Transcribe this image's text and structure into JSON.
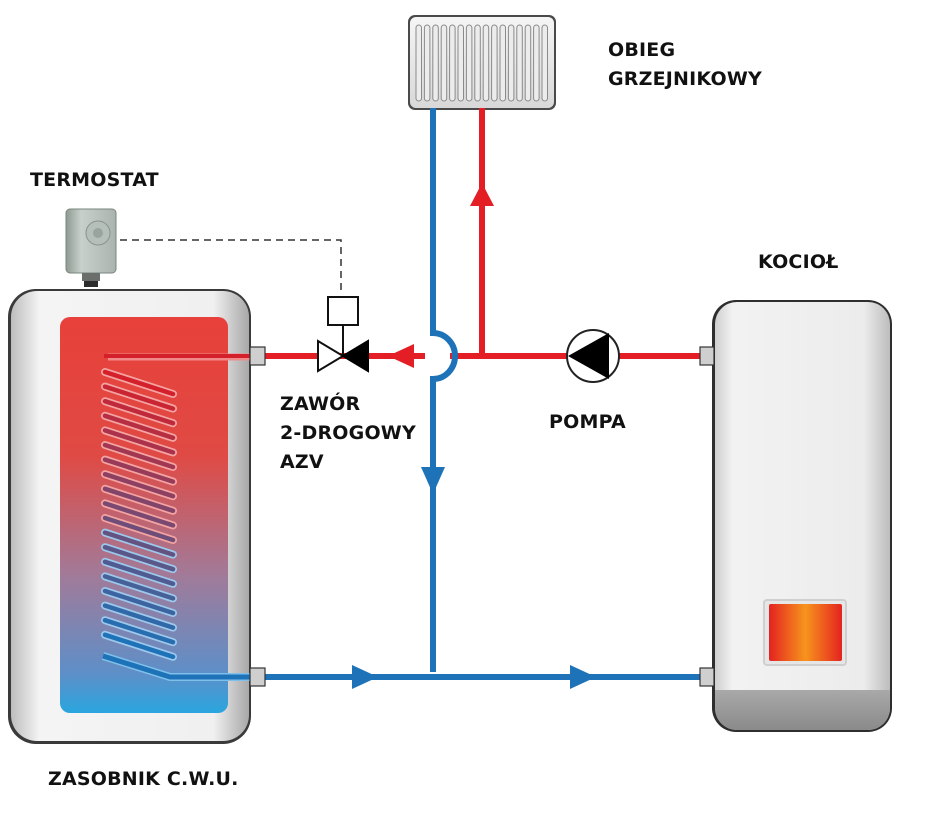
{
  "title": "Schemat podłączenia zasobnika C.W.U. z zaworem 2-drogowym",
  "labels": {
    "termostat": "TERMOSTAT",
    "obieg_line1": "OBIEG",
    "obieg_line2": "GRZEJNIKOWY",
    "kociol": "KOCIOŁ",
    "zawor_line1": "ZAWÓR",
    "zawor_line2": "2-DROGOWY",
    "zawor_line3": "AZV",
    "pompa": "POMPA",
    "zasobnik": "ZASOBNIK C.W.U."
  },
  "colors": {
    "hot_pipe": "#e31e24",
    "cold_pipe": "#1d72b8",
    "tank_hot": "#e8403a",
    "tank_cold": "#2aa5df",
    "boiler_body": "#ececec",
    "burner_center": "#f7941d",
    "burner_edge": "#e42320",
    "symbol_black": "#000000"
  },
  "components": [
    {
      "id": "thermostat",
      "icon": "thermostat-icon"
    },
    {
      "id": "radiator",
      "icon": "radiator-icon"
    },
    {
      "id": "hot-water-tank",
      "icon": "tank-icon"
    },
    {
      "id": "two-way-valve",
      "icon": "valve-icon"
    },
    {
      "id": "pump",
      "icon": "pump-icon"
    },
    {
      "id": "boiler",
      "icon": "boiler-icon"
    }
  ],
  "flows": [
    {
      "id": "boiler-supply",
      "medium": "hot",
      "direction": "boiler-to-tees"
    },
    {
      "id": "radiator-supply",
      "medium": "hot",
      "direction": "up"
    },
    {
      "id": "tank-coil-supply",
      "medium": "hot",
      "direction": "left"
    },
    {
      "id": "radiator-return",
      "medium": "cold",
      "direction": "down"
    },
    {
      "id": "tank-return",
      "medium": "cold",
      "direction": "right"
    },
    {
      "id": "boiler-return",
      "medium": "cold",
      "direction": "right"
    }
  ]
}
